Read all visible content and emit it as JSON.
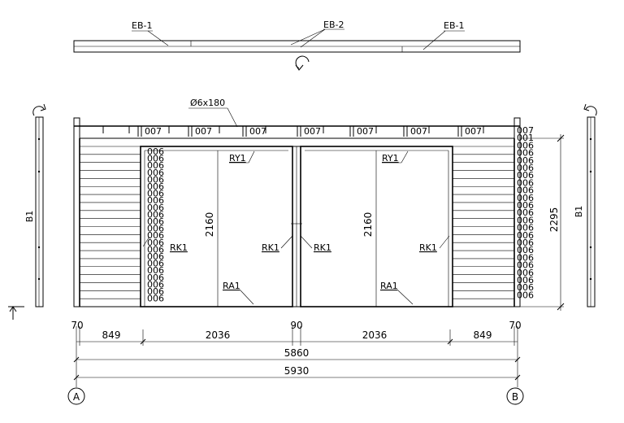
{
  "top_view": {
    "labels": [
      "EB-1",
      "EB-2",
      "EB-1"
    ]
  },
  "front_view": {
    "screw_label": "Ø6x180",
    "top_log_code": "007",
    "log_codes_right": [
      "007",
      "001",
      "006",
      "006",
      "006",
      "006",
      "006",
      "006",
      "006",
      "006",
      "006",
      "006",
      "006",
      "006",
      "006",
      "006",
      "006",
      "006",
      "006",
      "006",
      "006",
      "006",
      "006"
    ],
    "log_codes_door": [
      "006",
      "006",
      "006",
      "006",
      "006",
      "006",
      "006",
      "006",
      "006",
      "006",
      "006",
      "006",
      "006",
      "006",
      "006",
      "006",
      "006",
      "006",
      "006",
      "006",
      "006",
      "006"
    ],
    "ry_label": "RY1",
    "rk_label": "RK1",
    "ra_label": "RA1",
    "door_height": "2160",
    "total_height": "2295",
    "side_label": "B1"
  },
  "dimensions": {
    "segments": [
      "70",
      "849",
      "2036",
      "90",
      "2036",
      "849",
      "70"
    ],
    "inner_total": "5860",
    "outer_total": "5930"
  },
  "axes": [
    "A",
    "B"
  ]
}
